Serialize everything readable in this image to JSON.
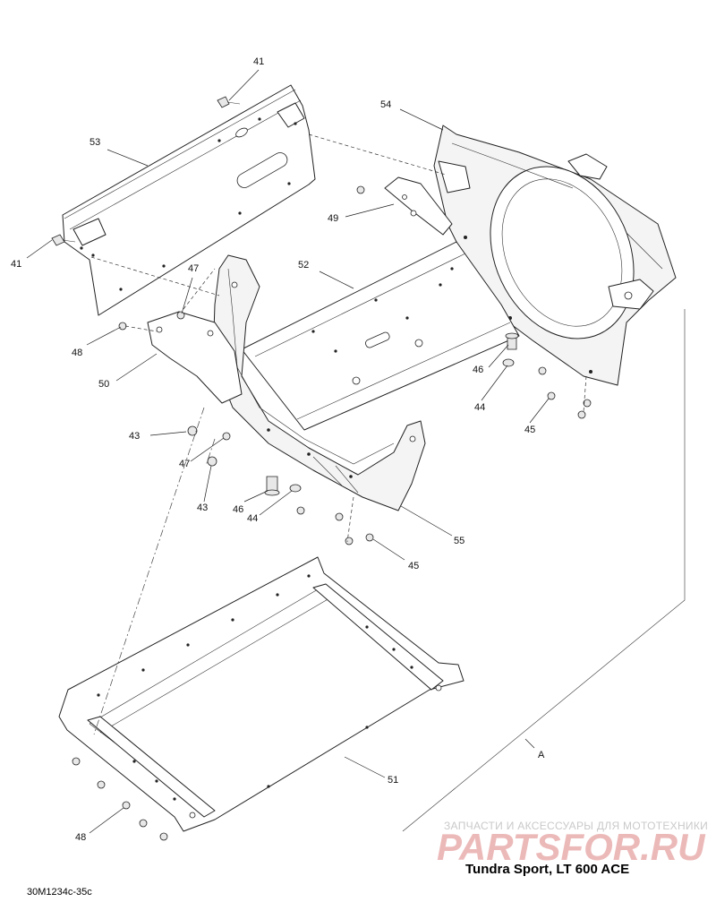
{
  "callouts": {
    "c41_top": "41",
    "c41_left": "41",
    "c53": "53",
    "c54": "54",
    "c49": "49",
    "c52": "52",
    "c47_top": "47",
    "c48_top": "48",
    "c50": "50",
    "c46_right": "46",
    "c44_right": "44",
    "c45_right": "45",
    "c43_top": "43",
    "c47_mid": "47",
    "c43_bottom": "43",
    "c46_left": "46",
    "c44_left": "44",
    "c55": "55",
    "c45_bottom": "45",
    "c51": "51",
    "c48_bottom": "48",
    "cA": "A"
  },
  "watermark": {
    "line1": "ЗАПЧАСТИ И АКСЕССУАРЫ ДЛЯ МОТОТЕХНИКИ",
    "line2": "PARTSFOR.RU"
  },
  "model_title": "Tundra Sport, LT 600 ACE",
  "figure_id": "30M1234c-35c"
}
